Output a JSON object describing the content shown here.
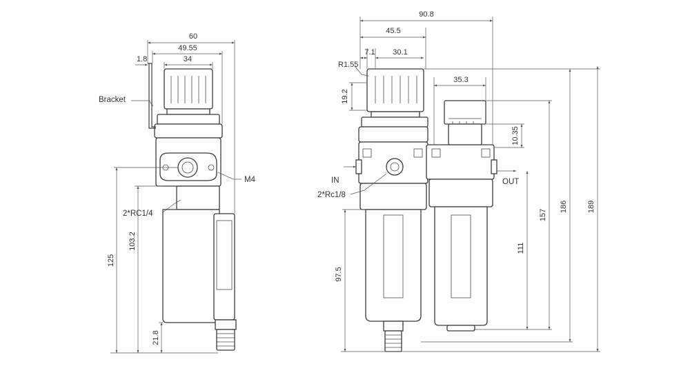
{
  "colors": {
    "line": "#3a3a3a",
    "dimension": "#555555",
    "background": "#ffffff"
  },
  "side_view": {
    "dimensions": {
      "overall_width": "60",
      "body_width": "49.55",
      "knob_width": "34",
      "bracket_thickness": "1.8",
      "port_height": "125",
      "bowl_height": "103.2",
      "drain_height": "21.8"
    },
    "labels": {
      "bracket": "Bracket",
      "mount_screw": "M4",
      "port": "2*RC1/4"
    }
  },
  "front_view": {
    "dimensions": {
      "overall_width": "90.8",
      "regulator_width": "45.5",
      "offset": "7.1",
      "knob_width": "30.1",
      "radius": "R1.55",
      "knob_height": "19.2",
      "lubricator_width": "35.3",
      "oil_cap_height": "10.35",
      "filter_bowl_height": "97.5",
      "lubricator_bowl_height": "111",
      "lubricator_height": "157",
      "height_to_knob": "186",
      "overall_height": "189"
    },
    "labels": {
      "inlet": "IN",
      "outlet": "OUT",
      "port": "2*Rc1/8"
    }
  }
}
